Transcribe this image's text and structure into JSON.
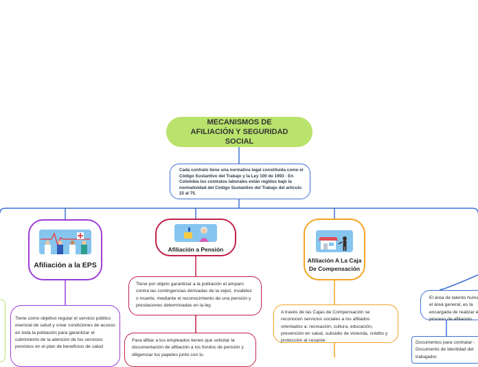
{
  "root": {
    "title": "MECANISMOS DE AFILIACIÓN Y SEGURIDAD SOCIAL"
  },
  "description": "Cada contrato tiene una normativa legal constituida como el Código Sustantivo del Trabajo y la Ley 100 de 1993 - En Colombia los contratos laborales están regidos bajo la normatividad del Código Sustantivo del Trabajo del artículo 22 al 75.",
  "topics": {
    "eps": {
      "label": "Afiliación a la EPS",
      "leaf": "Tiene como objetivo regular el servicio público esencial de salud y crear condiciones de acceso en toda la población para garantizar el cubrimiento de la atención de los servicios previstos en el plan de beneficios de salud"
    },
    "pension": {
      "label": "Afiliación a Pensión",
      "leaf1": "Tiene por objeto garantizar a la población el amparo contra las contingencias derivadas de la vejez, invalidez o muerte, mediante el reconocimiento de una pensión y prestaciones determinadas en la ley.",
      "leaf2": "Para afiliar a tus empleados tienes que solicitar la documentación de afiliación a los fondos de pensión y diligenciar los papeles junto con tu"
    },
    "caja": {
      "label": "Afiliación A La Caja De Compensación",
      "leaf": "A través de las Cajas de Compensación se reconocen servicios sociales a los afiliados orientados a: recreación, cultura, educación, prevención en salud, subsidio de vivienda, crédito y protección al cesante."
    },
    "talento": {
      "leaf": "El área de talento humano o el área general, es la encargada de realizar el proceso de afiliación",
      "docs": "Documentos para contratar - Documento de identidad del trabajador."
    }
  },
  "colors": {
    "root": "#b9e36c",
    "eps": "#9b3ad6",
    "pension": "#c21e48",
    "caja": "#f2a21f",
    "talento": "#3f6fd6"
  }
}
